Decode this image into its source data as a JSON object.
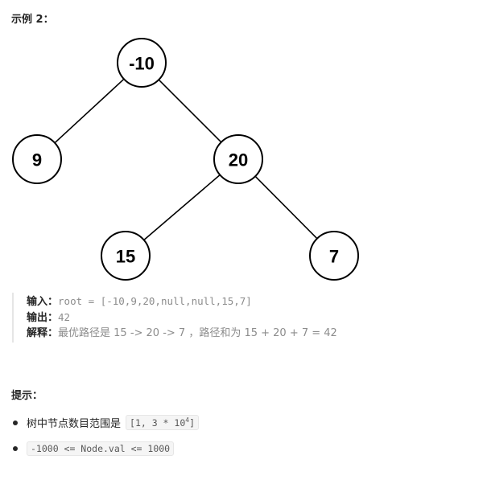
{
  "example": {
    "title": "示例 2：",
    "input_label": "输入：",
    "input_value": "root = [-10,9,20,null,null,15,7]",
    "output_label": "输出：",
    "output_value": "42",
    "explain_label": "解释：",
    "explain_value": "最优路径是 15 -> 20 -> 7 ，路径和为 15 + 20 + 7 = 42"
  },
  "tree": {
    "nodes": [
      {
        "id": "n-10",
        "label": "-10"
      },
      {
        "id": "n9",
        "label": "9"
      },
      {
        "id": "n20",
        "label": "20"
      },
      {
        "id": "n15",
        "label": "15"
      },
      {
        "id": "n7",
        "label": "7"
      }
    ],
    "edges": [
      [
        "n-10",
        "n9"
      ],
      [
        "n-10",
        "n20"
      ],
      [
        "n20",
        "n15"
      ],
      [
        "n20",
        "n7"
      ]
    ]
  },
  "hints": {
    "title": "提示：",
    "item1_text": "树中节点数目范围是",
    "item1_code_prefix": "[1, 3 * 10",
    "item1_code_sup": "4",
    "item1_code_suffix": "]",
    "item2_code": "-1000 <= Node.val <= 1000"
  }
}
